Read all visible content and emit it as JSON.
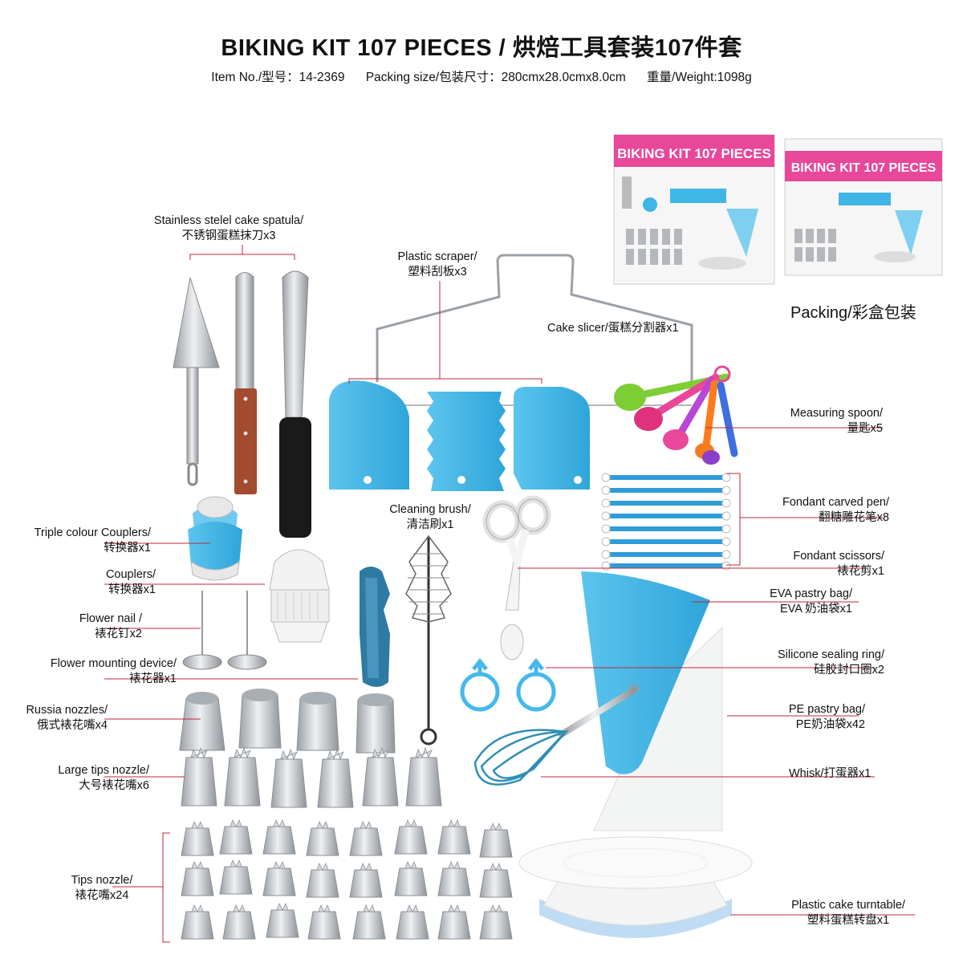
{
  "header": {
    "title": "BIKING KIT 107 PIECES / 烘焙工具套装107件套",
    "item_no": "Item No./型号：14-2369",
    "packing_size": "Packing size/包装尺寸：280cmx28.0cmx8.0cm",
    "weight": "重量/Weight:1098g"
  },
  "box": {
    "label_front": "BIKING KIT 107 PIECES",
    "label_back": "BIKING KIT 107 PIECES",
    "caption": "Packing/彩盒包装"
  },
  "labels": {
    "spatula": [
      "Stainless stelel cake spatula/",
      "不锈钢蛋糕抹刀x3"
    ],
    "scraper": [
      "Plastic scraper/",
      "塑料刮板x3"
    ],
    "slicer": [
      "Cake slicer/蛋糕分割器x1"
    ],
    "spoon": [
      "Measuring spoon/",
      "量匙x5"
    ],
    "pen": [
      "Fondant carved pen/",
      "翻糖雕花笔x8"
    ],
    "scissors": [
      "Fondant scissors/",
      "裱花剪x1"
    ],
    "brush": [
      "Cleaning brush/",
      "清洁刷x1"
    ],
    "triple": [
      "Triple colour Couplers/",
      "转换器x1"
    ],
    "couplers": [
      "Couplers/",
      "转换器x1"
    ],
    "nail": [
      "Flower nail /",
      "裱花钉x2"
    ],
    "mount": [
      "Flower mounting device/",
      "裱花器x1"
    ],
    "eva": [
      "EVA pastry bag/",
      "EVA 奶油袋x1"
    ],
    "ring": [
      "Silicone sealing ring/",
      "硅胶封口圈x2"
    ],
    "pe": [
      "PE pastry bag/",
      "PE奶油袋x42"
    ],
    "russia": [
      "Russia nozzles/",
      "俄式裱花嘴x4"
    ],
    "large": [
      "Large tips nozzle/",
      "大号裱花嘴x6"
    ],
    "whisk": [
      "Whisk/打蛋器x1"
    ],
    "tips": [
      "Tips nozzle/",
      "裱花嘴x24"
    ],
    "turntable": [
      "Plastic cake turntable/",
      "塑料蛋糕转盘x1"
    ]
  },
  "colors": {
    "blue": "#3fb6e6",
    "steel": "#c9cdd2",
    "wood": "#a24b2e",
    "pink": "#e8479a",
    "line": "#c0243b"
  }
}
